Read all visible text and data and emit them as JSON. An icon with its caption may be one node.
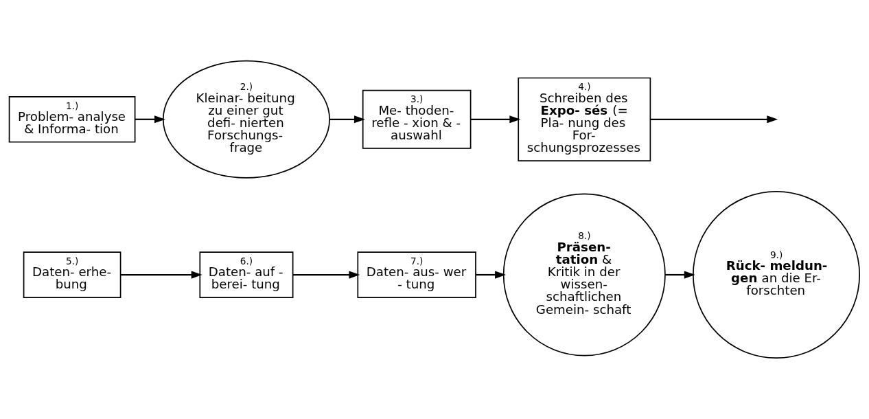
{
  "diagram": {
    "nodes": [
      {
        "text": [
          "1.)",
          "Problem- analyse & Informa- tion"
        ]
      },
      {
        "text": [
          "2.)",
          "Kleinar- beitung zu einer gut defi- nierten Forschungs- frage"
        ]
      },
      {
        "text": [
          "3.)",
          "Me- thoden- refle - xion & - auswahl"
        ]
      },
      {
        "text": [
          "4.)",
          "Schreiben des **Expo- sés** (= Pla- nung des For- schungsprozesses"
        ]
      },
      {
        "text": [
          "5.)",
          "Daten- erhe- bung"
        ]
      },
      {
        "text": [
          "6.)",
          "Daten- auf - berei- tung"
        ]
      },
      {
        "text": [
          "7.)",
          "Daten- aus- wer - tung"
        ]
      },
      {
        "text": [
          "8.)",
          "**Präsen- tation** & Kritik in der wissen- schaftlichen Gemein- schaft"
        ]
      },
      {
        "text": [
          "9.)",
          "**Rück- meldun- gen** an die Er- forschten"
        ]
      }
    ],
    "edges": [
      {
        "from": 0,
        "to": 1,
        "arrow": "to"
      },
      {
        "from": 1,
        "to": 2,
        "arrow": "to"
      },
      {
        "from": 2,
        "to": 3,
        "arrow": "to"
      },
      {
        "from": 3,
        "to": null,
        "arrow": "to"
      },
      {
        "from": 4,
        "to": 5,
        "arrow": "to"
      },
      {
        "from": 5,
        "to": 6,
        "arrow": "to"
      },
      {
        "from": 6,
        "to": 7,
        "arrow": "to"
      },
      {
        "from": 7,
        "to": 8,
        "arrow": "to"
      }
    ]
  }
}
